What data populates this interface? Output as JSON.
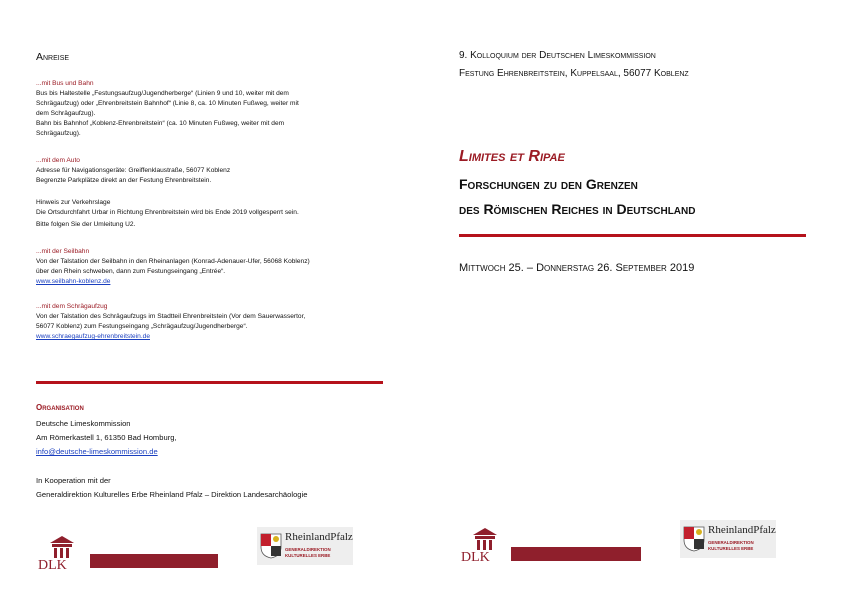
{
  "left": {
    "anreise_title": "Anreise",
    "bus": {
      "heading": "...mit Bus und Bahn",
      "lines": [
        "Bus bis Haltestelle „Festungsaufzug/Jugendherberge“ (Linien 9 und 10, weiter mit dem",
        "Schrägaufzug) oder „Ehrenbreitstein Bahnhof“ (Linie 8, ca. 10 Minuten Fußweg, weiter mit",
        "dem Schrägaufzug).",
        "Bahn bis Bahnhof „Koblenz-Ehrenbreitstein“ (ca. 10 Minuten Fußweg, weiter mit dem",
        "Schrägaufzug)."
      ]
    },
    "auto": {
      "heading": "...mit dem Auto",
      "lines": [
        "Adresse für Navigationsgeräte: Greiffenklaustraße, 56077 Koblenz",
        "Begrenzte Parkplätze direkt an der Festung Ehrenbreitstein."
      ]
    },
    "hinweis": {
      "lines": [
        "Hinweis zur Verkehrslage",
        "Die Ortsdurchfahrt Urbar in Richtung Ehrenbreitstein wird bis Ende 2019 vollgesperrt sein.",
        "Bitte folgen Sie der Umleitung U2."
      ]
    },
    "seilbahn": {
      "heading": "...mit der Seilbahn",
      "lines": [
        "Von der Talstation der Seilbahn in den Rheinanlagen (Konrad-Adenauer-Ufer, 56068 Koblenz)",
        "über den Rhein schweben, dann zum Festungseingang „Entrée“."
      ],
      "link": "www.seilbahn-koblenz.de"
    },
    "schraeg": {
      "heading": "...mit dem Schrägaufzug",
      "lines": [
        "Von der Talstation des Schrägaufzugs im Stadtteil Ehrenbreitstein (Vor dem Sauerwassertor,",
        "56077 Koblenz) zum Festungseingang „Schrägaufzug/Jugendherberge“."
      ],
      "link": "www.schraegaufzug-ehrenbreitstein.de"
    },
    "org": {
      "title": "Organisation",
      "lines": [
        "Deutsche Limeskommission",
        "Am Römerkastell 1, 61350 Bad Homburg,"
      ],
      "email": "info@deutsche-limeskommission.de",
      "koop": [
        "In Kooperation mit der",
        "Generaldirektion Kulturelles Erbe Rheinland Pfalz – Direktion Landesarchäologie"
      ]
    }
  },
  "right": {
    "header_line1": "9. Kolloquium der Deutschen Limeskommission",
    "header_line2": "Festung Ehrenbreitstein, Kuppelsaal, 56077 Koblenz",
    "title": "Limites et Ripae",
    "subtitle1": "Forschungen zu den Grenzen",
    "subtitle2": "des Römischen Reiches in Deutschland",
    "date": "Mittwoch 25. – Donnerstag 26. September 2019"
  },
  "logos": {
    "dlk_text": "DLK",
    "rp_name": "RheinlandPfalz",
    "rp_sub1": "GENERALDIREKTION",
    "rp_sub2": "KULTURELLES ERBE"
  },
  "colors": {
    "accent": "#b5121b",
    "band": "#8f1f2c",
    "link": "#1a3fbf"
  }
}
